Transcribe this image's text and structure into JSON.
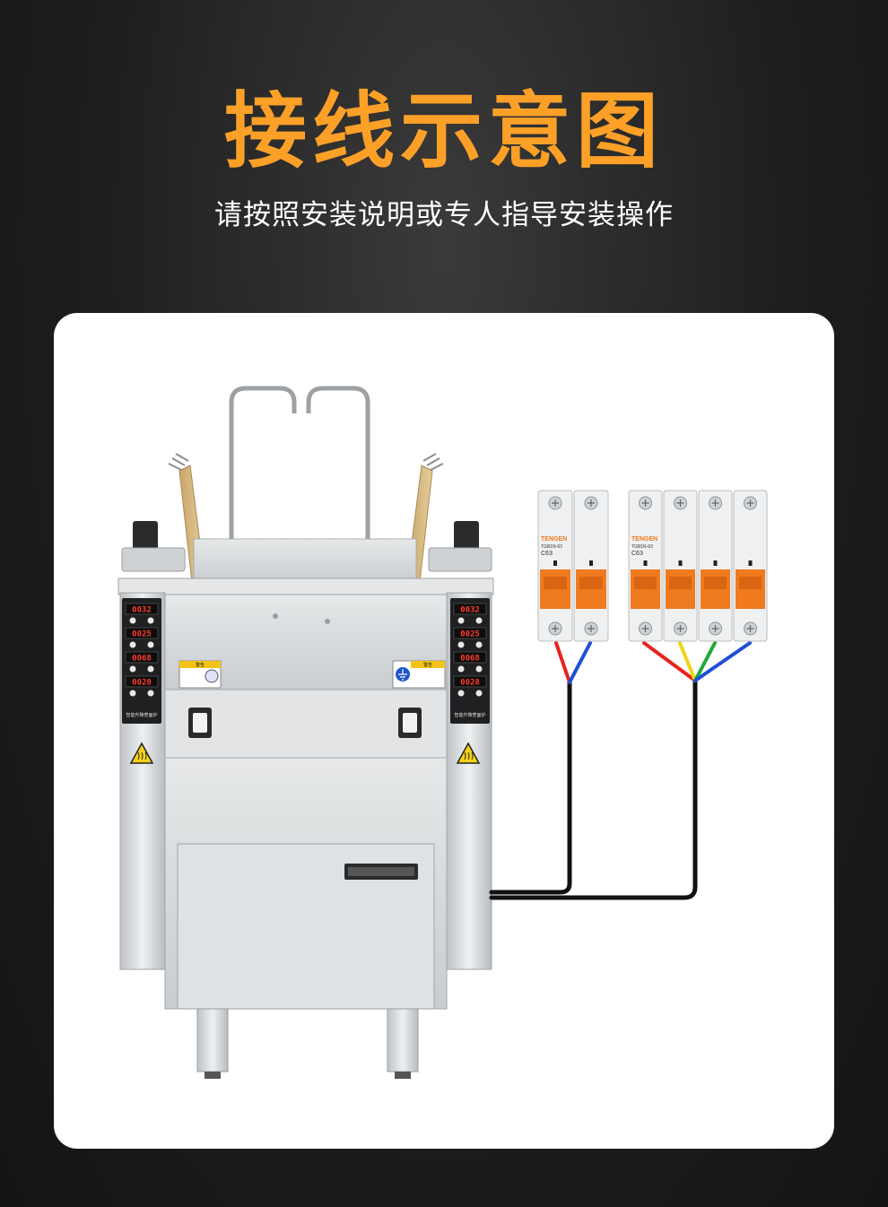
{
  "header": {
    "title": "接线示意图",
    "subtitle": "请按照安装说明或专人指导安装操作"
  },
  "colors": {
    "title": "#fca028",
    "breaker_orange": "#f07a1e",
    "wire_red": "#e8231c",
    "wire_blue": "#1f4fd8",
    "wire_yellow": "#f2d21a",
    "wire_green": "#1fa83a",
    "cable_black": "#111111"
  },
  "breakers": {
    "two_pole": {
      "brand": "TENGEN",
      "model": "TGB1N-63",
      "rating": "C63",
      "poles": 2,
      "wires": [
        "red",
        "blue"
      ]
    },
    "four_pole": {
      "brand": "TENGEN",
      "model": "TGB1N-63",
      "rating": "C63",
      "poles": 4,
      "wires": [
        "red",
        "yellow",
        "green",
        "blue"
      ]
    }
  },
  "machine": {
    "displays_left": [
      "0032",
      "0025",
      "0068",
      "0028"
    ],
    "displays_right": [
      "0032",
      "0025",
      "0068",
      "0028"
    ],
    "panel_label": "智能升降煮面炉",
    "warning_label": "警告",
    "ground_label": "警告"
  }
}
